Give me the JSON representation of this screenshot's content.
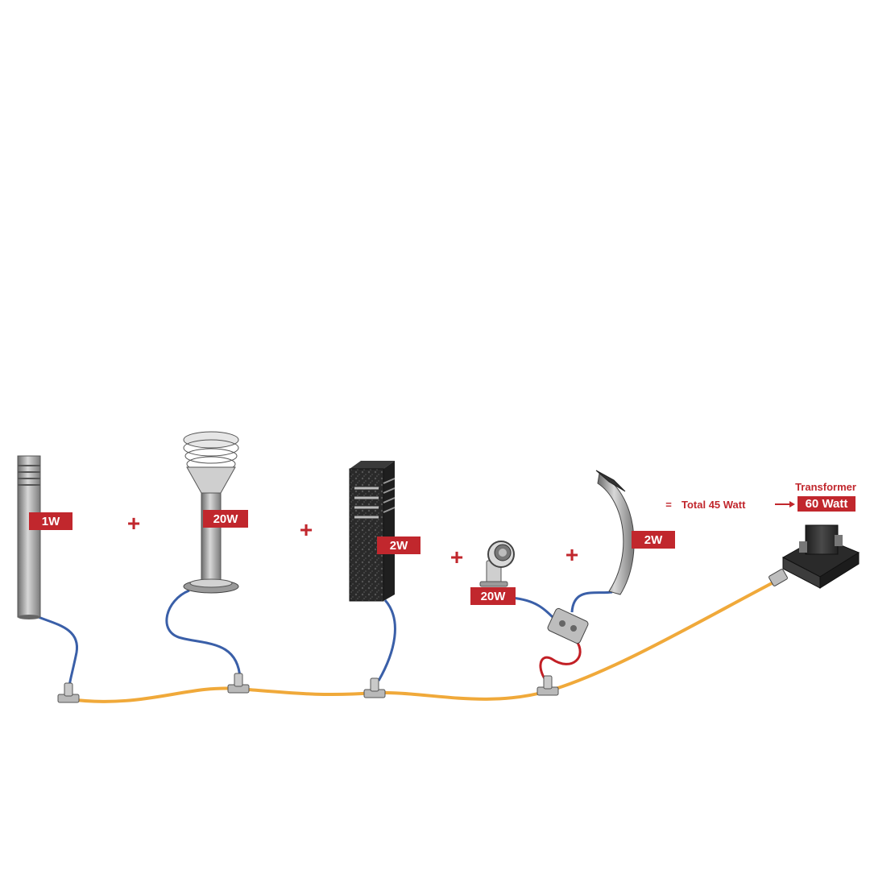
{
  "lights": [
    {
      "name": "column-bollard",
      "watt_label": "1W"
    },
    {
      "name": "ring-bollard",
      "watt_label": "20W"
    },
    {
      "name": "stone-block-light",
      "watt_label": "2W"
    },
    {
      "name": "spot-light",
      "watt_label": "20W"
    },
    {
      "name": "curved-wall-light",
      "watt_label": "2W"
    }
  ],
  "operators": {
    "plus": "+",
    "equals": "="
  },
  "total_label": "Total 45 Watt",
  "transformer": {
    "heading": "Transformer",
    "rating": "60 Watt"
  },
  "colors": {
    "badge": "#c1272d",
    "main_cable": "#f0a93a",
    "branch_cable": "#3a5fa8",
    "red_cable": "#c21f25",
    "metal": "#a8a8a8",
    "dark": "#2e2e2e"
  }
}
